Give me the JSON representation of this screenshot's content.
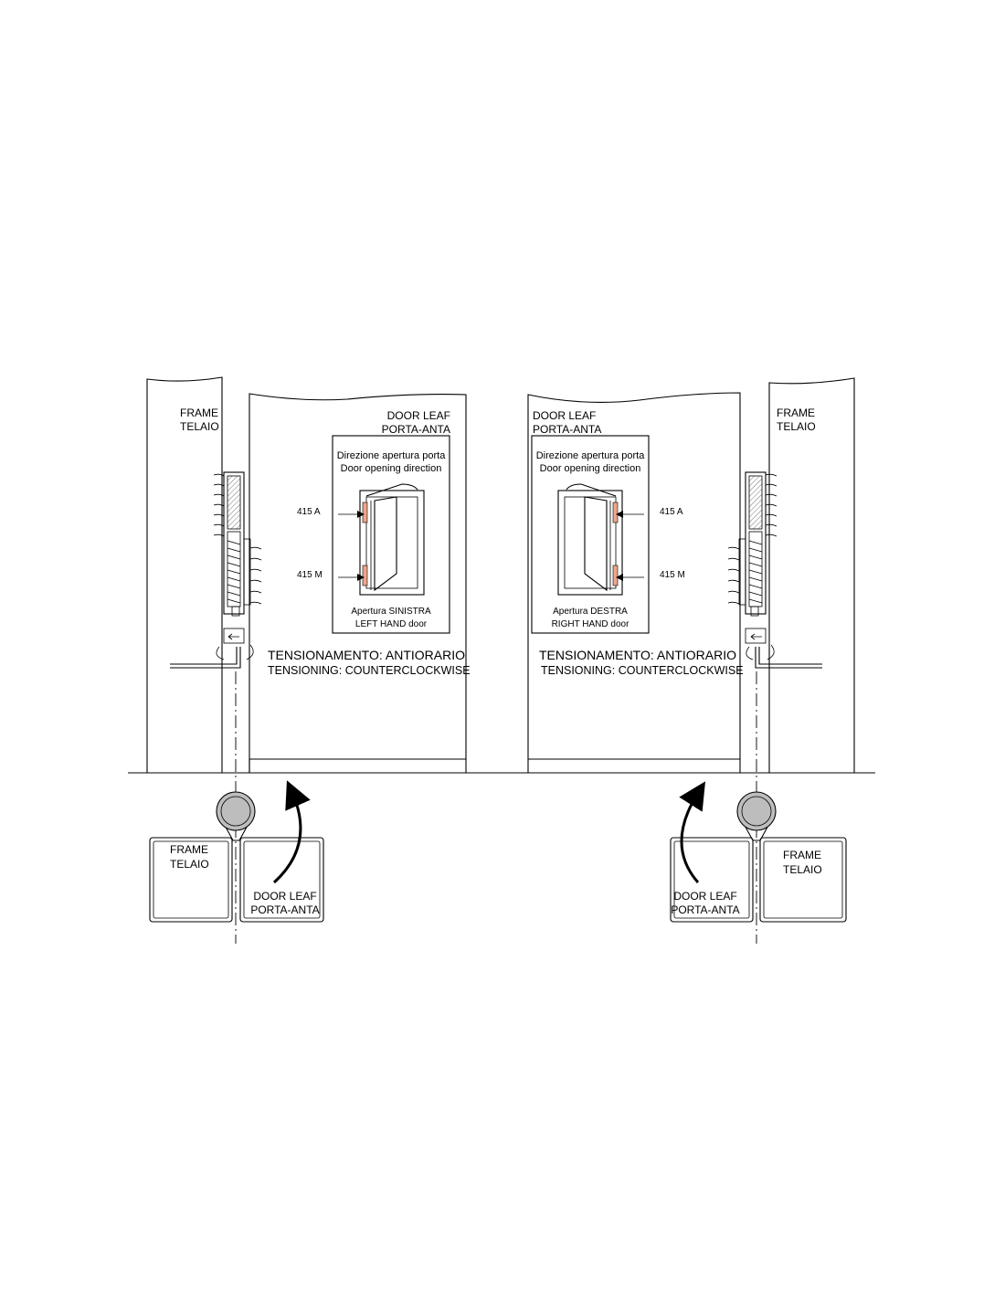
{
  "left": {
    "frame_top": [
      "FRAME",
      "TELAIO"
    ],
    "door_leaf_top": [
      "DOOR LEAF",
      "PORTA-ANTA"
    ],
    "box": {
      "title": [
        "Direzione apertura porta",
        "Door opening direction"
      ],
      "hinge_top": "415  A",
      "hinge_bottom": "415  M",
      "caption": [
        "Apertura SINISTRA",
        "LEFT HAND door"
      ]
    },
    "tension": [
      "TENSIONAMENTO: ANTIORARIO",
      "TENSIONING: COUNTERCLOCKWISE"
    ],
    "frame_plan": [
      "FRAME",
      "TELAIO"
    ],
    "door_leaf_plan": [
      "DOOR LEAF",
      "PORTA-ANTA"
    ]
  },
  "right": {
    "frame_top": [
      "FRAME",
      "TELAIO"
    ],
    "door_leaf_top": [
      "DOOR LEAF",
      "PORTA-ANTA"
    ],
    "box": {
      "title": [
        "Direzione apertura porta",
        "Door opening direction"
      ],
      "hinge_top": "415  A",
      "hinge_bottom": "415  M",
      "caption": [
        "Apertura DESTRA",
        "RIGHT HAND door"
      ]
    },
    "tension": [
      "TENSIONAMENTO: ANTIORARIO",
      "TENSIONING: COUNTERCLOCKWISE"
    ],
    "frame_plan": [
      "FRAME",
      "TELAIO"
    ],
    "door_leaf_plan": [
      "DOOR LEAF",
      "PORTA-ANTA"
    ]
  },
  "colors": {
    "line": "#000000",
    "hinge_pad": "#f0a58a",
    "hinge_circle": "#bdbdbd",
    "hatch": "#888888"
  }
}
